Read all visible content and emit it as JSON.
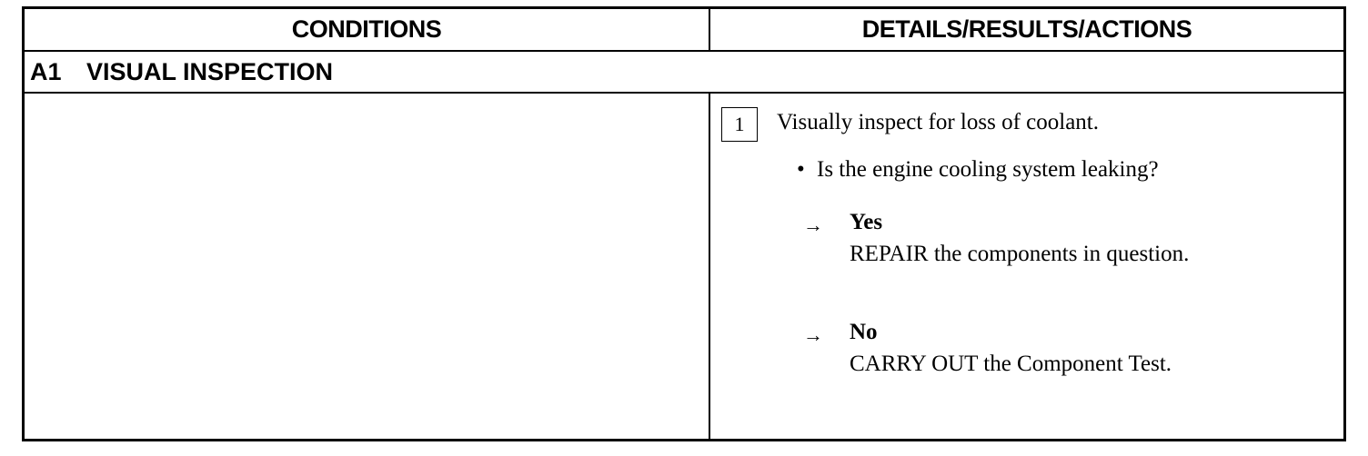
{
  "table": {
    "header": {
      "conditions": "CONDITIONS",
      "details": "DETAILS/RESULTS/ACTIONS"
    },
    "section": {
      "code": "A1",
      "title": "VISUAL INSPECTION"
    },
    "step": {
      "number": "1",
      "instruction": "Visually inspect for loss of coolant.",
      "bullet": "•",
      "question": "Is the engine cooling system leaking?",
      "outcomes": [
        {
          "arrow": "→",
          "answer": "Yes",
          "action": "REPAIR the components in question."
        },
        {
          "arrow": "→",
          "answer": "No",
          "action": "CARRY OUT the Component Test."
        }
      ]
    }
  }
}
